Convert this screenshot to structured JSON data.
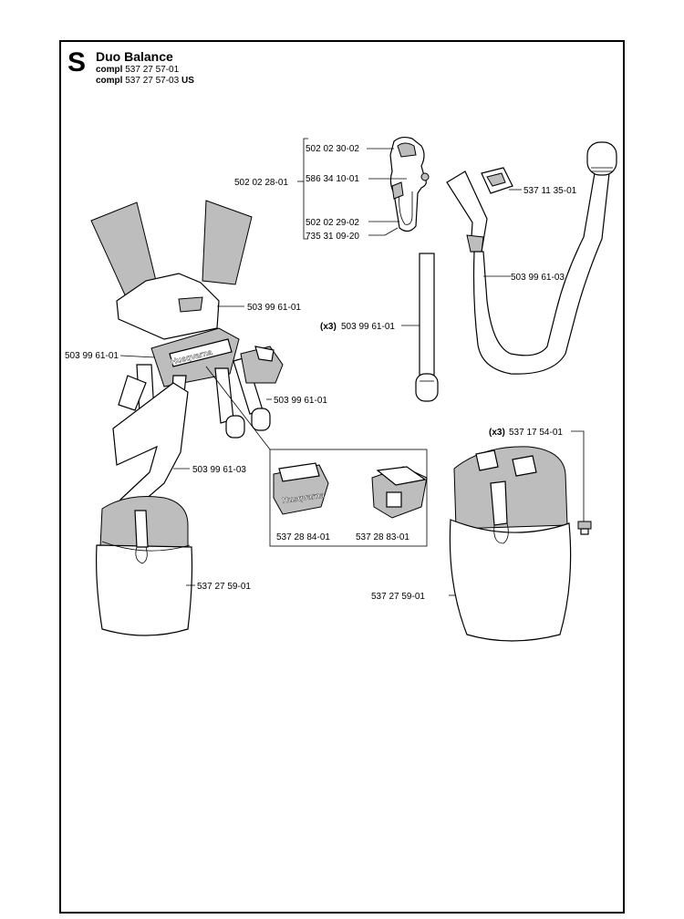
{
  "section": {
    "letter": "S",
    "title": "Duo Balance",
    "compl_lines": [
      {
        "prefix": "compl",
        "number": "537 27 57-01",
        "suffix": ""
      },
      {
        "prefix": "compl",
        "number": "537 27 57-03",
        "suffix": "US"
      }
    ]
  },
  "brand_logo_text": "Husqvarna",
  "callouts": {
    "hook_group": "502 02 28-01",
    "hook_top": "502 02 30-02",
    "hook_pin": "586 34 10-01",
    "hook_bottom1": "502 02 29-02",
    "hook_bottom2": "735 31 09-20",
    "buckle": "537 11 35-01",
    "strap_long": "503 99 61-03",
    "strap_x3_qty": "(x3)",
    "strap_x3": "503 99 61-01",
    "harness_shoulder": "503 99 61-01",
    "harness_left": "503 99 61-01",
    "harness_right": "503 99 61-01",
    "harness_center": "503 99 61-03",
    "pad_left": "537 28 84-01",
    "pad_right": "537 28 83-01",
    "bag_left": "537 27 59-01",
    "screw_qty": "(x3)",
    "screw": "537 17 54-01",
    "bag_right": "537 27 59-01"
  }
}
